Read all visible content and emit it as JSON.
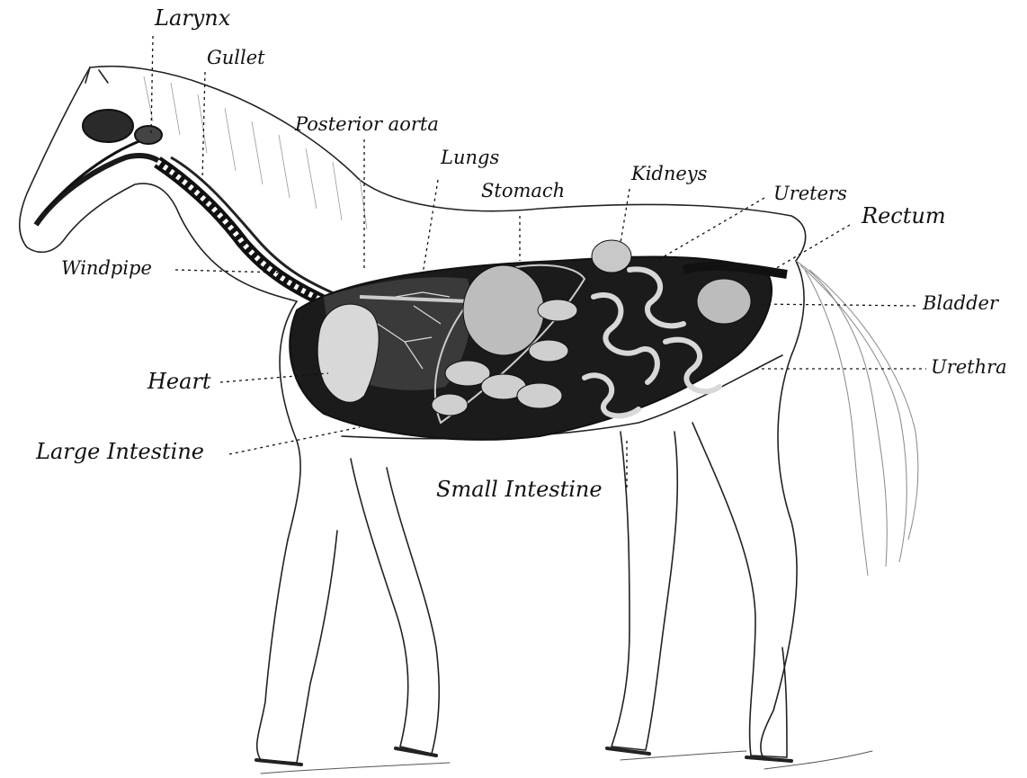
{
  "labels": {
    "larynx": "Larynx",
    "gullet": "Gullet",
    "posterior_aorta": "Posterior aorta",
    "lungs": "Lungs",
    "stomach": "Stomach",
    "kidneys": "Kidneys",
    "ureters": "Ureters",
    "rectum": "Rectum",
    "windpipe": "Windpipe",
    "bladder": "Bladder",
    "heart": "Heart",
    "urethra": "Urethra",
    "large_intestine": "Large Intestine",
    "small_intestine": "Small Intestine"
  }
}
